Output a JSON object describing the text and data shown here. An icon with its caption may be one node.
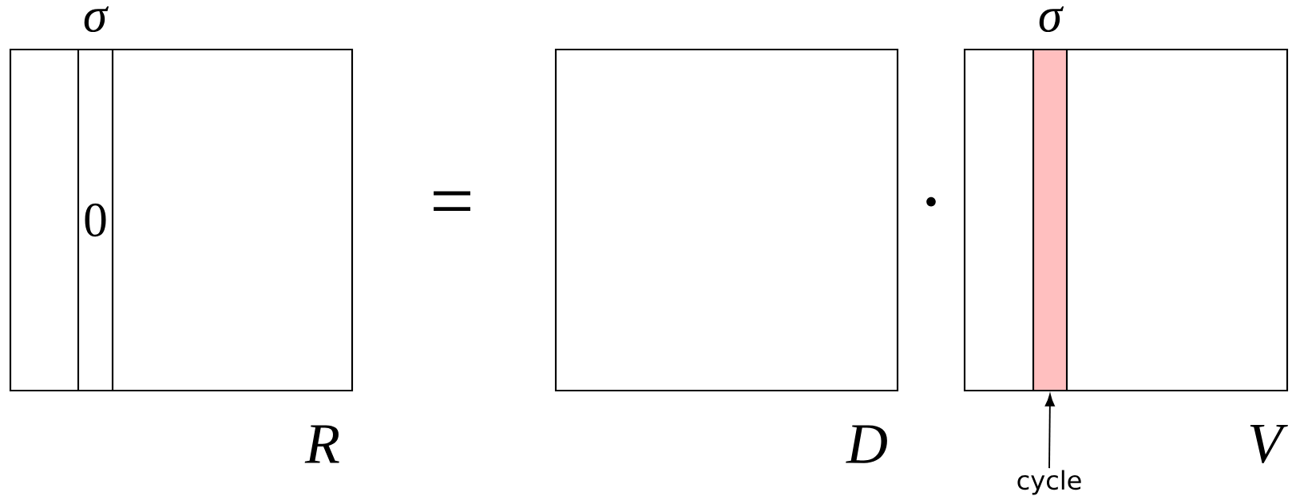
{
  "diagram": {
    "nodes": [
      {
        "text": [],
        "shape": "box",
        "beside": [
          "R"
        ]
      },
      {
        "text": [
          "0"
        ],
        "in": 0,
        "beside": [
          "σ"
        ]
      },
      {
        "text": [],
        "shape": "box",
        "beside": [
          "D"
        ]
      },
      {
        "text": [],
        "shape": "box",
        "beside": [
          "V"
        ]
      },
      {
        "text": [],
        "shape": "bar",
        "in": 3,
        "beside": [
          "σ"
        ]
      },
      {
        "text": [
          "cycle"
        ]
      }
    ],
    "edges": [
      {
        "from": 5,
        "to": 4,
        "arrow": "to"
      }
    ],
    "labels": [
      "=",
      "·"
    ]
  }
}
